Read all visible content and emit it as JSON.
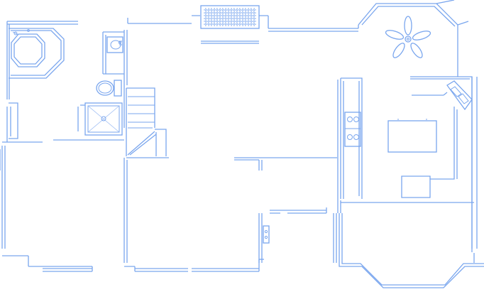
{
  "plan": {
    "line_color": "#7aa6ee",
    "background": "#ffffff",
    "fixtures": [
      "hot-tub-icon",
      "fireplace-hearth-icon",
      "ceiling-fan-icon",
      "sink-icon",
      "toilet-icon",
      "shower-icon",
      "staircase",
      "kitchen-range-icon",
      "kitchen-island",
      "angled-sink-icon",
      "bay-window"
    ]
  }
}
